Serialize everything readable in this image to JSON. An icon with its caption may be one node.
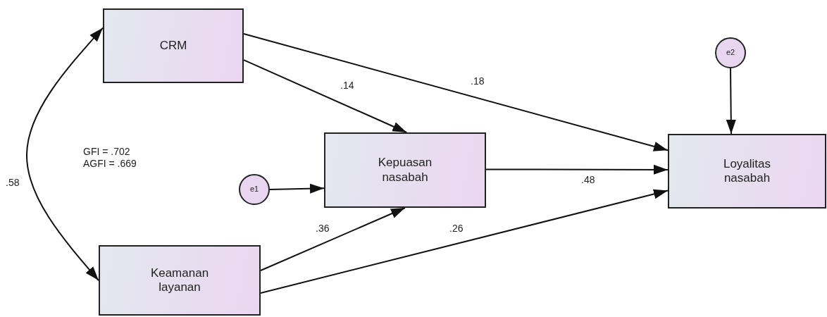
{
  "diagram": {
    "nodes": [
      {
        "text": [
          "CRM"
        ]
      },
      {
        "text": [
          "e2"
        ]
      },
      {
        "text": [
          "e1"
        ]
      },
      {
        "text": [
          "Kepuasan nasabah"
        ]
      },
      {
        "text": [
          "Loyalitas nasabah"
        ]
      },
      {
        "text": [
          "Keamanan layanan"
        ]
      }
    ],
    "edges": [
      {
        "from": 0,
        "to": 3,
        "arrow": "to",
        "label": ".14"
      },
      {
        "from": 0,
        "to": 4,
        "arrow": "to",
        "label": ".18"
      },
      {
        "from": 1,
        "to": 4,
        "arrow": "to"
      },
      {
        "from": 2,
        "to": 3,
        "arrow": "to"
      },
      {
        "from": 3,
        "to": 4,
        "arrow": "to",
        "label": ".48"
      },
      {
        "from": 5,
        "to": 3,
        "arrow": "to",
        "label": ".36"
      },
      {
        "from": 5,
        "to": 4,
        "arrow": "to",
        "label": ".26"
      },
      {
        "from": 0,
        "to": 5,
        "arrow": "both",
        "label": ".58"
      }
    ],
    "labels": [
      "GFI = .702",
      "AGFI = .669"
    ]
  }
}
